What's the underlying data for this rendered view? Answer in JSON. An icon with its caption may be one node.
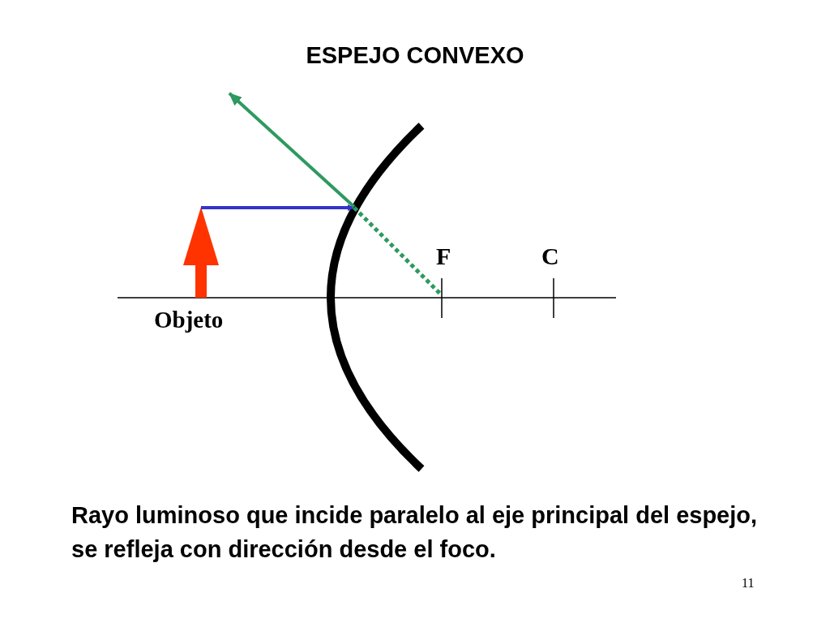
{
  "diagram": {
    "title": "ESPEJO CONVEXO",
    "caption": "Rayo luminoso que incide paralelo al eje principal del espejo, se refleja con dirección desde el foco.",
    "labels": [
      "F",
      "C",
      "Objeto",
      "11"
    ]
  }
}
